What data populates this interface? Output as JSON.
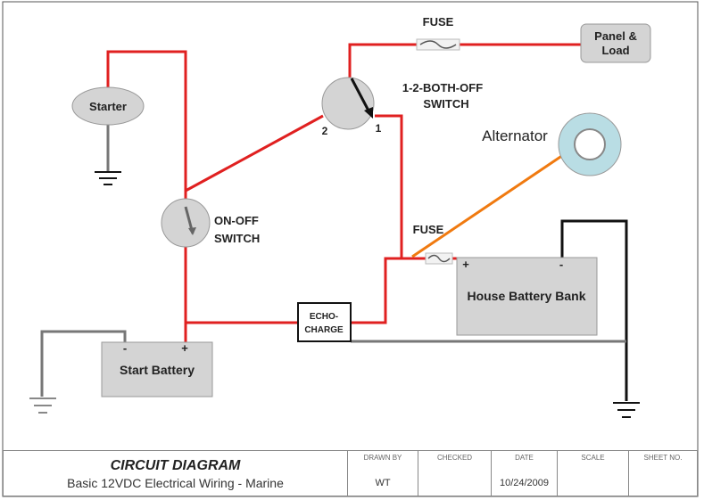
{
  "components": {
    "starter": "Starter",
    "panel_load": [
      "Panel &",
      "Load"
    ],
    "fuse_top": "FUSE",
    "fuse_house": "FUSE",
    "selector_switch": [
      "1-2-BOTH-OFF",
      "SWITCH"
    ],
    "terminal_2": "2",
    "terminal_1": "1",
    "alternator": "Alternator",
    "on_off_switch": [
      "ON-OFF",
      "SWITCH"
    ],
    "house_battery": "House Battery Bank",
    "house_plus": "+",
    "house_minus": "-",
    "echo_charge": [
      "ECHO-",
      "CHARGE"
    ],
    "start_battery": "Start Battery",
    "start_minus": "-",
    "start_plus": "+"
  },
  "colors": {
    "positive_wire": "#e02020",
    "ground_wire": "#111111",
    "ground_wire_gray": "#777777",
    "alternator_wire": "#f07a10",
    "component_fill": "#d4d4d4",
    "alternator_fill": "#b9dde4"
  },
  "title_block": {
    "title": "CIRCUIT DIAGRAM",
    "subtitle": "Basic 12VDC Electrical Wiring - Marine",
    "columns": [
      {
        "header": "DRAWN BY",
        "value": "WT"
      },
      {
        "header": "CHECKED",
        "value": ""
      },
      {
        "header": "DATE",
        "value": "10/24/2009"
      },
      {
        "header": "SCALE",
        "value": ""
      },
      {
        "header": "SHEET NO.",
        "value": ""
      }
    ]
  }
}
